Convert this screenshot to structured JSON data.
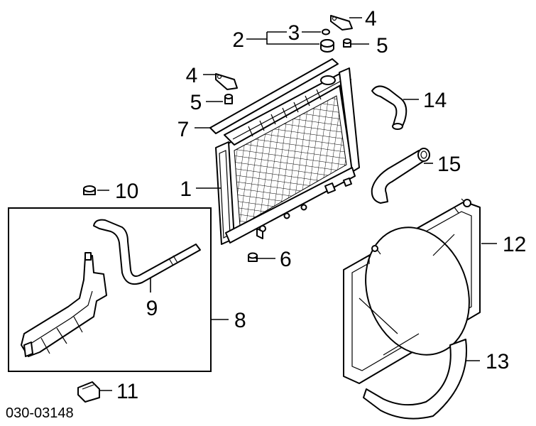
{
  "diagram": {
    "code": "030-03148",
    "callouts": {
      "c1": "1",
      "c2": "2",
      "c3": "3",
      "c4a": "4",
      "c4b": "4",
      "c5a": "5",
      "c5b": "5",
      "c6": "6",
      "c7": "7",
      "c8": "8",
      "c9": "9",
      "c10": "10",
      "c11": "11",
      "c12": "12",
      "c13": "13",
      "c14": "14",
      "c15": "15"
    }
  }
}
